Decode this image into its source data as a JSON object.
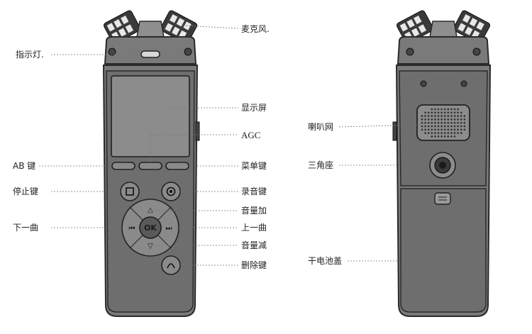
{
  "labels": {
    "microphone": "麦克风.",
    "indicator": "指示灯.",
    "display": "显示屏",
    "agc": "AGC",
    "ab_key": "AB 键",
    "menu_key": "菜单键",
    "stop_key": "停止键",
    "record_key": "录音键",
    "volume_up": "音量加",
    "prev_track": "下一曲",
    "next_track": "上一曲",
    "volume_down": "音量减",
    "delete_key": "删除键",
    "speaker_grille": "喇叭网",
    "tripod_mount": "三角座",
    "battery_cover": "干电池盖"
  },
  "buttons": {
    "ok": "OK",
    "prev_glyph": "⏮",
    "next_glyph": "⏭",
    "up_glyph": "△",
    "down_glyph": "▽"
  }
}
